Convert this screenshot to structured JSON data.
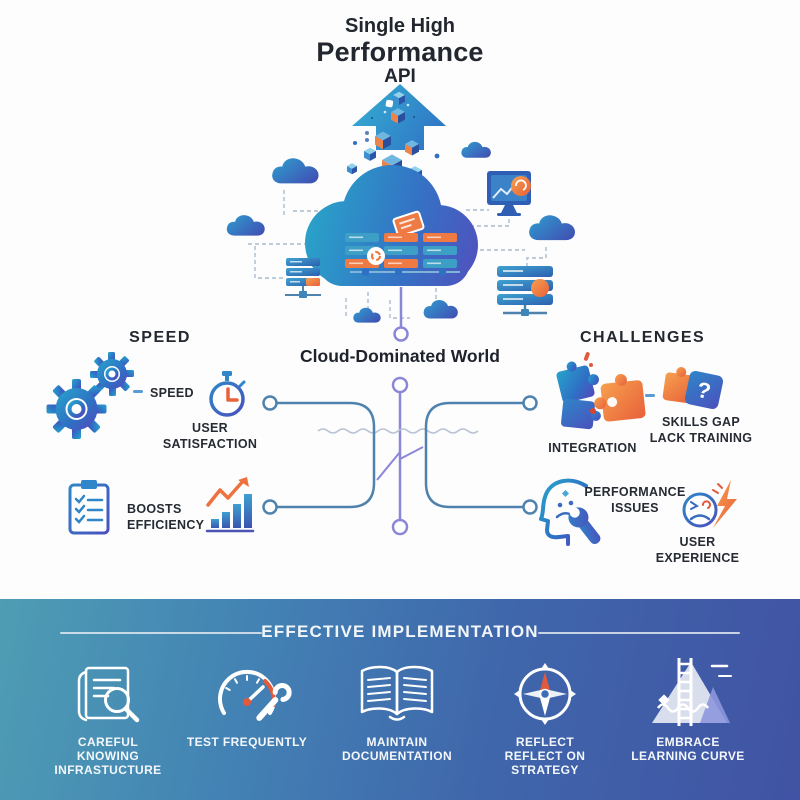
{
  "title": {
    "line1": "Single High",
    "line2": "Performance",
    "line3": "API"
  },
  "center_node": {
    "label": "Cloud-Dominated World"
  },
  "speed_section": {
    "heading": "SPEED",
    "speed": {
      "label": "SPEED",
      "icon": "gears-icon"
    },
    "user_satisfaction": {
      "label": "USER SATISFACTION",
      "icon": "stopwatch-icon"
    },
    "boosts_efficiency": {
      "line1": "BOOSTS",
      "line2": "EFFICIENCY",
      "icon_left": "clipboard-checklist-icon",
      "icon_right": "growth-chart-icon"
    }
  },
  "challenges_section": {
    "heading": "CHALLENGES",
    "integration": {
      "label": "INTEGRATION",
      "icon": "puzzle-pieces-icon"
    },
    "skills_gap": {
      "line1": "SKILLS GAP",
      "line2": "LACK TRAINING",
      "icon": "puzzle-question-icon",
      "question_mark": "?"
    },
    "performance_issues": {
      "line1": "PERFORMANCE",
      "line2": "ISSUES",
      "icon": "head-wrench-icon"
    },
    "user_experience": {
      "label": "USER EXPERIENCE",
      "icon": "sad-face-lightning-icon"
    }
  },
  "banner": {
    "title": "EFFECTIVE IMPLEMENTATION",
    "item1": {
      "line1": "CAREFUL",
      "line2": "KNOWING INFRASTUCTURE",
      "icon": "document-magnifier-icon"
    },
    "item2": {
      "line1": "TEST FREQUENTLY",
      "line2": "",
      "icon": "gauge-wrench-icon"
    },
    "item3": {
      "line1": "MAINTAIN",
      "line2": "DOCUMENTATION",
      "icon": "open-book-icon"
    },
    "item4": {
      "line1": "REFLECT",
      "line2": "REFLECT ON STRATEGY",
      "icon": "compass-icon"
    },
    "item5": {
      "line1": "EMBRACE",
      "line2": "LEARNING CURVE",
      "icon": "mountain-ladder-icon"
    }
  },
  "colors": {
    "accent_orange": "#ec6a3e",
    "icon_teal": "#29a3c9",
    "icon_blue": "#2f6fc4",
    "icon_purple": "#5b50c0",
    "branch_line": "#4f83ad",
    "spine_purple": "#8b87d8",
    "text_dark": "#23272f",
    "banner_gradient_left": "#4d9cb3",
    "banner_gradient_right": "#4150a2"
  }
}
